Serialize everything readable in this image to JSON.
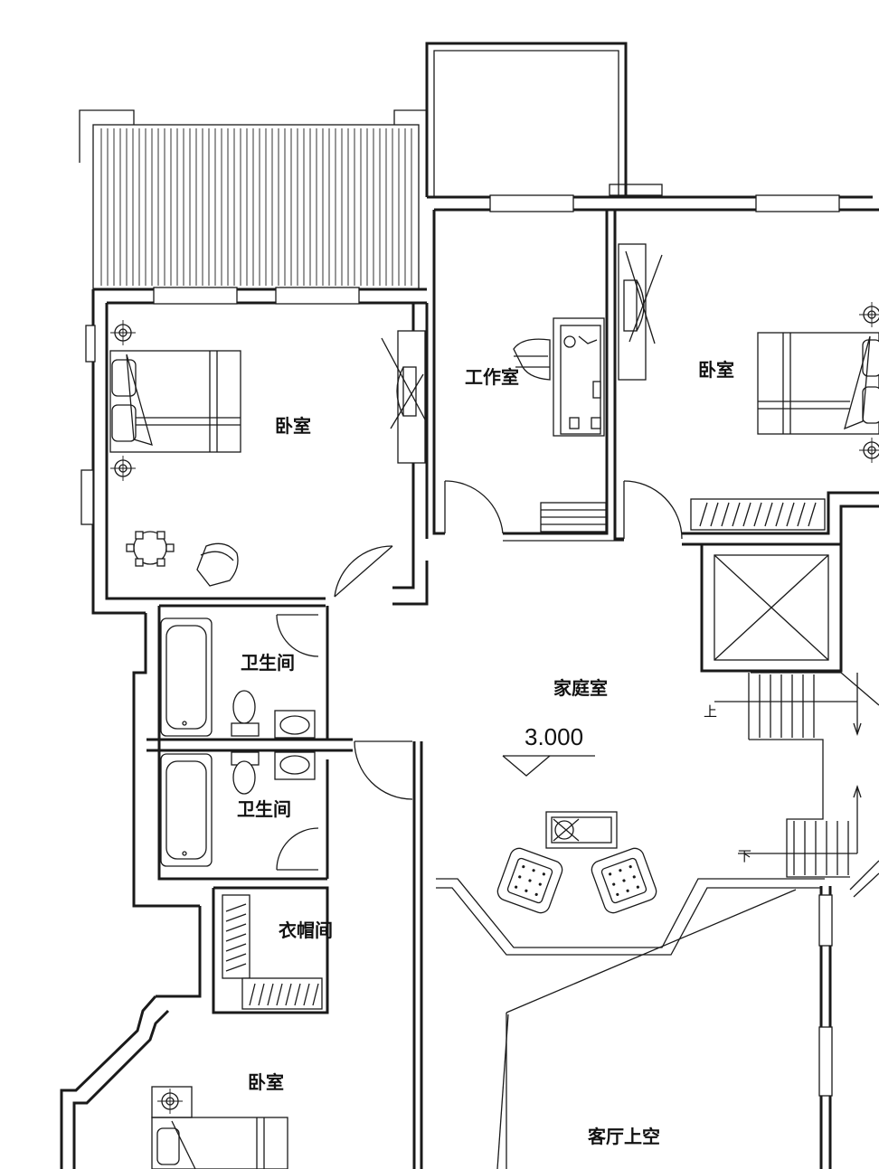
{
  "rooms": {
    "bedroom_nw": "卧室",
    "study": "工作室",
    "bedroom_ne": "卧室",
    "bathroom_1": "卫生间",
    "family_room": "家庭室",
    "bathroom_2": "卫生间",
    "cloakroom": "衣帽间",
    "bedroom_sw": "卧室",
    "living_void": "客厅上空"
  },
  "elevation": "3.000",
  "stairs": {
    "up": "上",
    "down": "下"
  }
}
